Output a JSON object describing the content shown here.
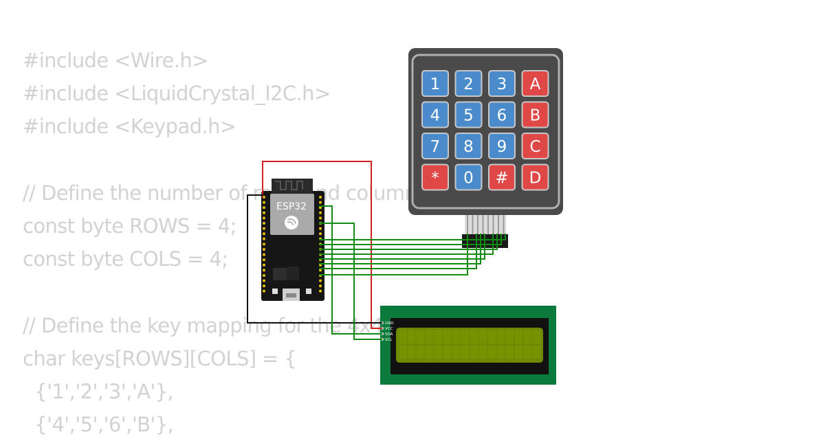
{
  "code_lines": [
    "#include <Wire.h>",
    "#include <LiquidCrystal_I2C.h>",
    "#include <Keypad.h>",
    "",
    "// Define the number of rows and columns of the keypad",
    "const byte ROWS = 4;",
    "const byte COLS = 4;",
    "",
    "// Define the key mapping for the 4x4 keypad",
    "char keys[ROWS][COLS] = {",
    "  {'1','2','3','A'},",
    "  {'4','5','6','B'},"
  ],
  "board": {
    "label": "ESP32",
    "logo_icon": "espressif-logo-icon"
  },
  "keypad": {
    "rows": [
      [
        "1",
        "2",
        "3",
        "A"
      ],
      [
        "4",
        "5",
        "6",
        "B"
      ],
      [
        "7",
        "8",
        "9",
        "C"
      ],
      [
        "*",
        "0",
        "#",
        "D"
      ]
    ],
    "colors": {
      "number": "#4a8bcb",
      "special": "#e04848"
    }
  },
  "lcd": {
    "pins": [
      "GND",
      "VCC",
      "SDA",
      "SCL"
    ]
  },
  "wire_colors": {
    "power": "#d32020",
    "ground": "#111111",
    "signal": "#108a10"
  }
}
